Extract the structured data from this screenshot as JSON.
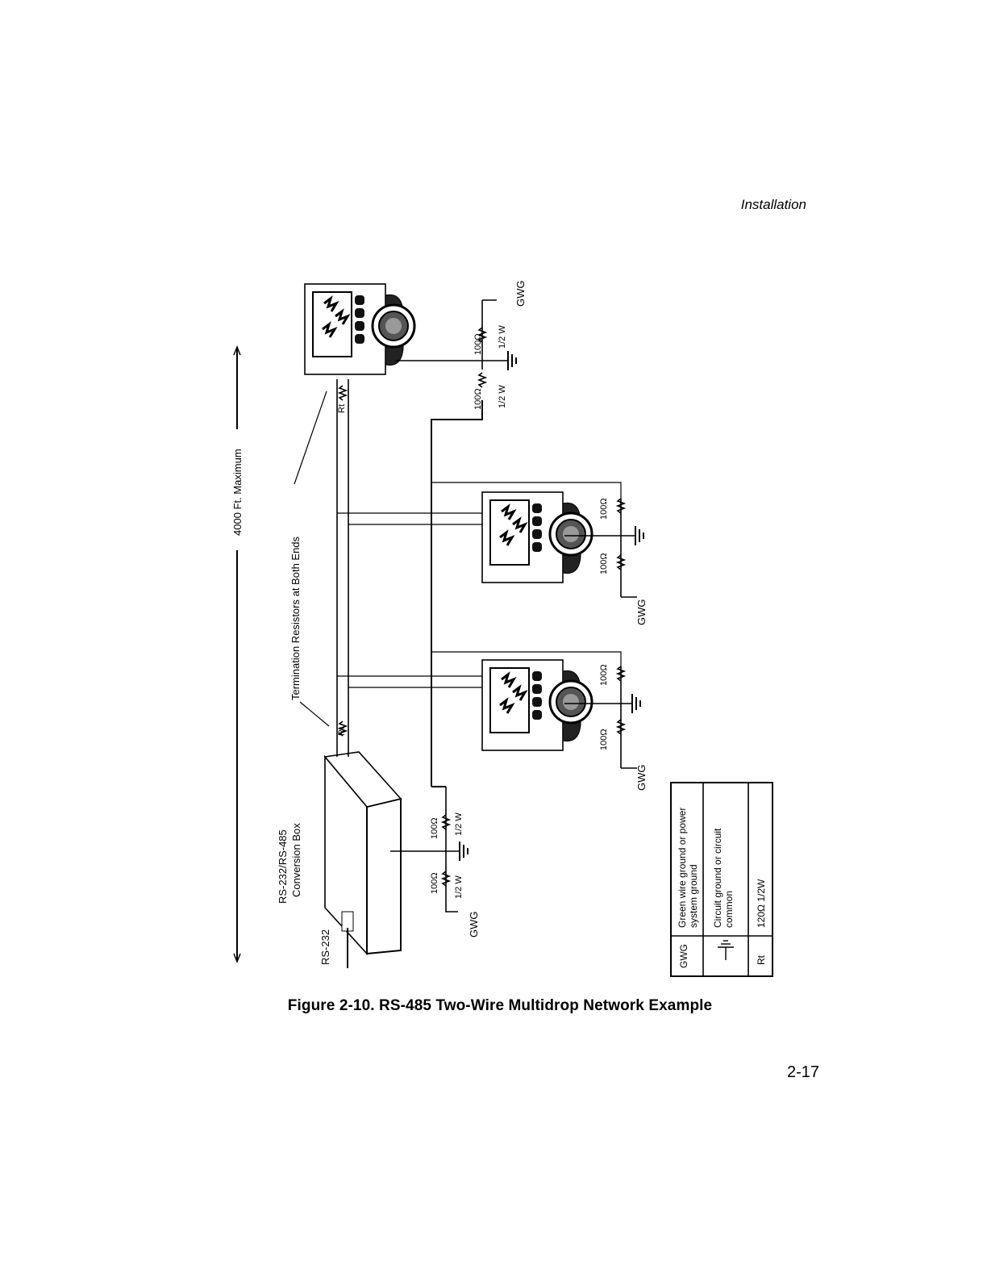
{
  "header": {
    "section": "Installation"
  },
  "caption": "Figure 2-10.  RS-485 Two-Wire Multidrop Network Example",
  "page_number": "2-17",
  "diagram": {
    "distance_label": "4000 Ft. Maximum",
    "termination_label": "Termination Resistors at Both Ends",
    "conversion_box_label_line1": "RS-232/RS-485",
    "conversion_box_label_line2": "Conversion Box",
    "rs232_label": "RS-232",
    "rt_label": "Rt",
    "resistor_value": "100Ω",
    "resistor_power": "1/2 W",
    "gwg_label": "GWG"
  },
  "legend": [
    {
      "symbol": "GWG",
      "description": "Green wire ground or power system ground"
    },
    {
      "symbol": "",
      "symbol_icon": "circuit-ground-icon",
      "description_line1": "Circuit ground or circuit",
      "description_line2": "common"
    },
    {
      "symbol": "Rt",
      "description": "120Ω 1/2W"
    }
  ],
  "legend_gwg_line1": "Green wire ground or power",
  "legend_gwg_line2": "system ground"
}
